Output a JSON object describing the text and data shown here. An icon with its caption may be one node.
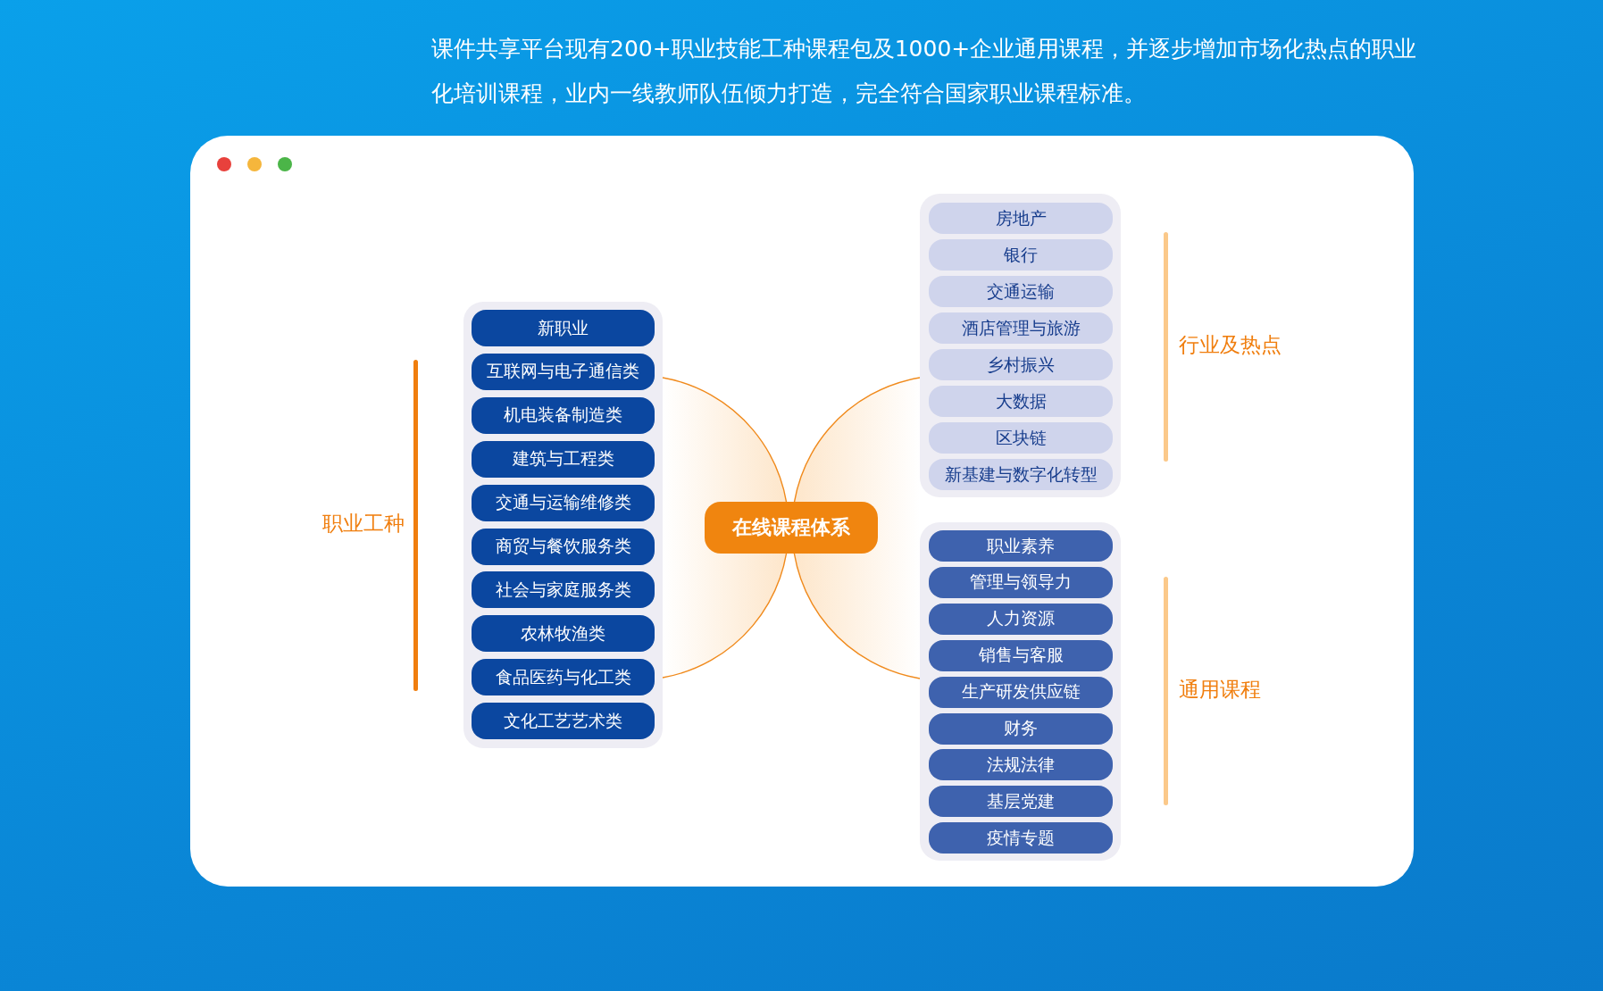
{
  "diagram": {
    "nodes": [
      {
        "text": [
          "在线课程体系"
        ]
      },
      {
        "text": [],
        "shape": "box"
      },
      {
        "text": [
          "新职业"
        ],
        "in": 1
      },
      {
        "text": [
          "互联网与电子通信类"
        ],
        "in": 1
      },
      {
        "text": [
          "机电装备制造类"
        ],
        "in": 1
      },
      {
        "text": [
          "建筑与工程类"
        ],
        "in": 1
      },
      {
        "text": [
          "交通与运输维修类"
        ],
        "in": 1
      },
      {
        "text": [
          "商贸与餐饮服务类"
        ],
        "in": 1
      },
      {
        "text": [
          "社会与家庭服务类"
        ],
        "in": 1
      },
      {
        "text": [
          "农林牧渔类"
        ],
        "in": 1
      },
      {
        "text": [
          "食品医药与化工类"
        ],
        "in": 1
      },
      {
        "text": [
          "文化工艺艺术类"
        ],
        "in": 1
      },
      {
        "text": [],
        "shape": "box"
      },
      {
        "text": [
          "房地产"
        ],
        "in": 12
      },
      {
        "text": [
          "银行"
        ],
        "in": 12
      },
      {
        "text": [
          "交通运输"
        ],
        "in": 12
      },
      {
        "text": [
          "酒店管理与旅游"
        ],
        "in": 12
      },
      {
        "text": [
          "乡村振兴"
        ],
        "in": 12
      },
      {
        "text": [
          "大数据"
        ],
        "in": 12
      },
      {
        "text": [
          "区块链"
        ],
        "in": 12
      },
      {
        "text": [
          "新基建与数字化转型"
        ],
        "in": 12
      },
      {
        "text": [],
        "shape": "box"
      },
      {
        "text": [
          "职业素养"
        ],
        "in": 21
      },
      {
        "text": [
          "管理与领导力"
        ],
        "in": 21
      },
      {
        "text": [
          "人力资源"
        ],
        "in": 21
      },
      {
        "text": [
          "销售与客服"
        ],
        "in": 21
      },
      {
        "text": [
          "生产研发供应链"
        ],
        "in": 21
      },
      {
        "text": [
          "财务"
        ],
        "in": 21
      },
      {
        "text": [
          "法规法律"
        ],
        "in": 21
      },
      {
        "text": [
          "基层党建"
        ],
        "in": 21
      },
      {
        "text": [
          "疫情专题"
        ],
        "in": 21
      }
    ],
    "edges": [
      {
        "from": 0,
        "to": 1,
        "arrow": "none",
        "color": "#f08a1c"
      },
      {
        "from": 0,
        "to": 12,
        "arrow": "none",
        "color": "#f08a1c"
      },
      {
        "from": 0,
        "to": 21,
        "arrow": "none",
        "color": "#f08a1c"
      }
    ],
    "labels": [
      "课件共享平台现有200+职业技能工种课程包及1000+企业通用课程，并逐步增加市场化热点的职业化培训课程，业内一线教师队伍倾力打造，完全符合国家职业课程标准。",
      "行业及热点",
      "职业工种",
      "通用课程"
    ]
  }
}
